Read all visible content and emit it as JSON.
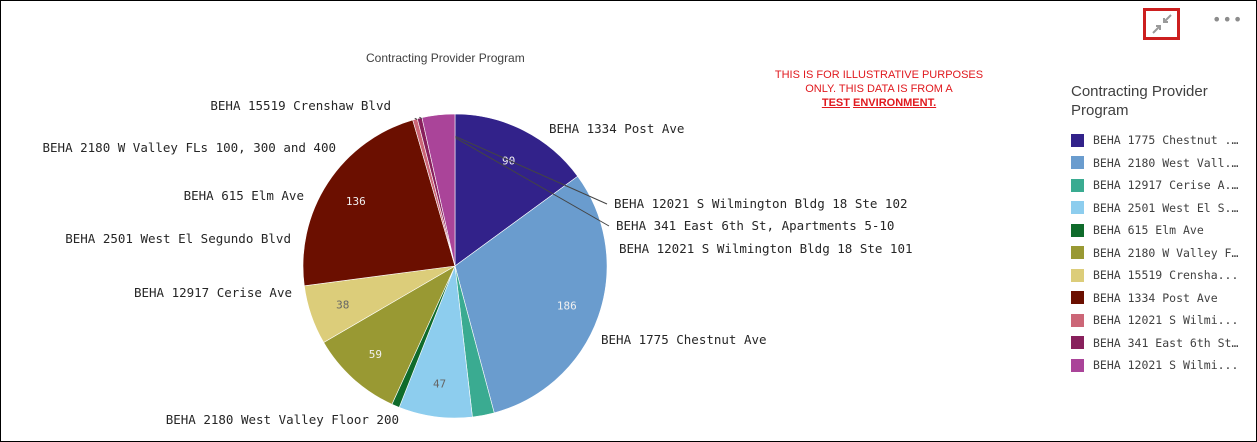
{
  "disclaimer": {
    "line1": "THIS IS FOR ILLUSTRATIVE PURPOSES",
    "line2": "ONLY. THIS DATA IS FROM A",
    "line3a": "TEST",
    "line3b": "ENVIRONMENT."
  },
  "toolbar": {
    "more_label": "•••"
  },
  "colors": {
    "accent_border": "#cc1f1f",
    "disclaimer_text": "#e0191e"
  },
  "chart_data": {
    "type": "pie",
    "title": "Contracting Provider Program",
    "legend_title": "Contracting Provider Program",
    "legend_position": "right",
    "start_angle_deg": 90,
    "slices": [
      {
        "label": "BEHA 1775 Chestnut Ave",
        "legend": "BEHA 1775 Chestnut ...",
        "value": 90,
        "show_value": true,
        "color": "#32228a"
      },
      {
        "label": "BEHA 2180 West Valley Floor 200",
        "legend": "BEHA 2180 West Vall...",
        "value": 186,
        "show_value": true,
        "color": "#6a9cce"
      },
      {
        "label": "BEHA 12917 Cerise Ave",
        "legend": "BEHA 12917 Cerise A...",
        "value": 14,
        "show_value": false,
        "color": "#3aab91"
      },
      {
        "label": "BEHA 2501 West El Segundo Blvd",
        "legend": "BEHA 2501 West El S...",
        "value": 47,
        "show_value": true,
        "color": "#8dcdee"
      },
      {
        "label": "BEHA 615 Elm Ave",
        "legend": "BEHA 615 Elm Ave",
        "value": 5,
        "show_value": false,
        "color": "#0f6b2b"
      },
      {
        "label": "BEHA 2180 W Valley FLs 100, 300 and 400",
        "legend": "BEHA 2180 W Valley F...",
        "value": 59,
        "show_value": true,
        "color": "#999933"
      },
      {
        "label": "BEHA 15519 Crenshaw Blvd",
        "legend": "BEHA 15519 Crensha...",
        "value": 38,
        "show_value": true,
        "color": "#dccd7a"
      },
      {
        "label": "BEHA 1334 Post Ave",
        "legend": "BEHA 1334 Post Ave",
        "value": 136,
        "show_value": true,
        "color": "#6b0f00"
      },
      {
        "label": "BEHA 12021 S Wilmington Bldg 18 Ste 102",
        "legend": "BEHA 12021 S Wilmi...",
        "value": 3,
        "show_value": false,
        "color": "#cc6677"
      },
      {
        "label": "BEHA 341 East 6th St, Apartments 5-10",
        "legend": "BEHA 341 East 6th St...",
        "value": 3,
        "show_value": false,
        "color": "#88205c"
      },
      {
        "label": "BEHA 12021 S Wilmington Bldg 18 Ste 101",
        "legend": "BEHA 12021 S Wilmi...",
        "value": 21,
        "show_value": false,
        "color": "#aa4499"
      }
    ]
  }
}
